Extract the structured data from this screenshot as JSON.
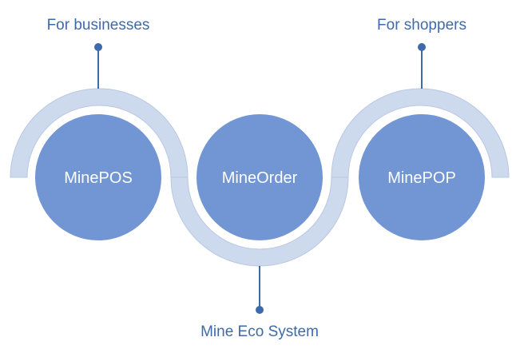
{
  "diagram": {
    "nodes": [
      {
        "label": "MinePOS"
      },
      {
        "label": "MineOrder"
      },
      {
        "label": "MinePOP"
      }
    ],
    "callouts": [
      {
        "text": "For businesses"
      },
      {
        "text": "For shoppers"
      },
      {
        "text": "Mine Eco System"
      }
    ]
  },
  "colors": {
    "arc": "#cdd9ec",
    "arc_edge": "#b9c8e2",
    "node_fill": "#7295d3",
    "node_border": "#ffffff",
    "connector": "#3f6aaa",
    "label_text": "#3f6aaa",
    "node_text": "#ffffff"
  }
}
